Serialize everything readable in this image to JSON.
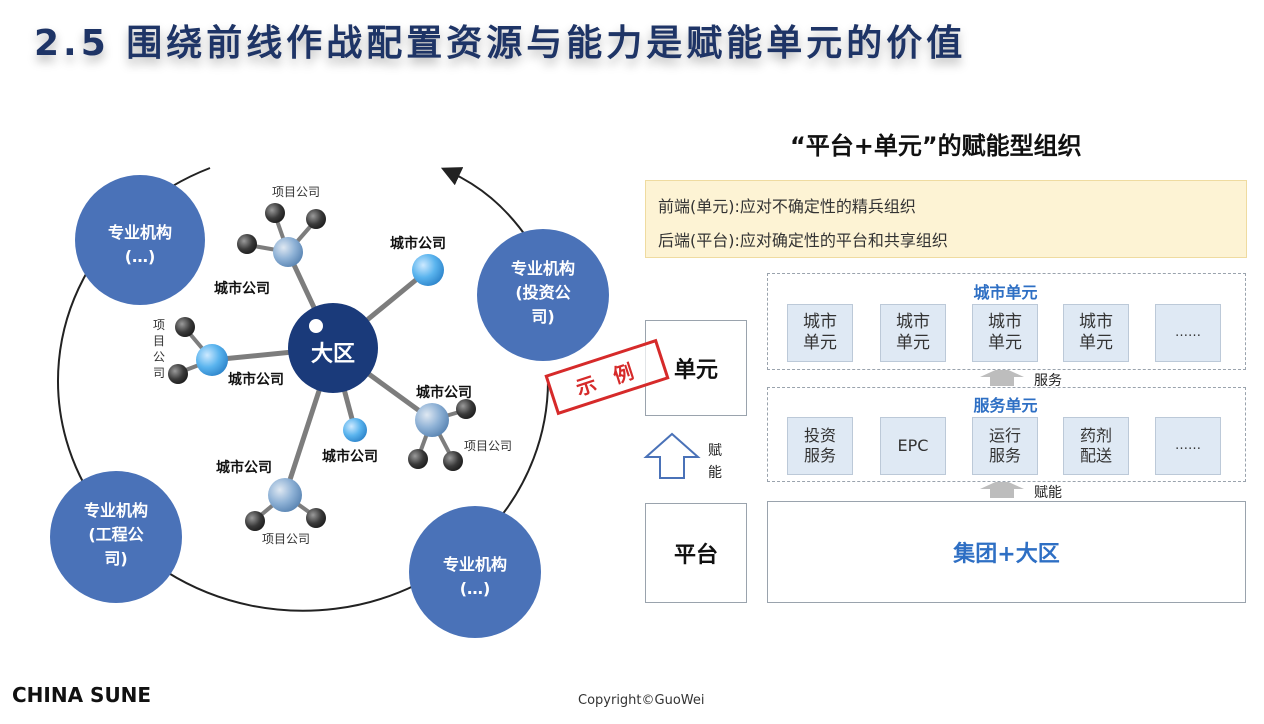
{
  "title": "2.5 围绕前线作战配置资源与能力是赋能单元的价值",
  "left_diagram": {
    "center": "大区",
    "outer_orgs": [
      {
        "line1": "专业机构",
        "line2": "(…)"
      },
      {
        "line1": "专业机构",
        "line2": "(投资公",
        "line3": "司)"
      },
      {
        "line1": "专业机构",
        "line2": "(工程公",
        "line3": "司)"
      },
      {
        "line1": "专业机构",
        "line2": "(…)"
      }
    ],
    "city_label": "城市公司",
    "project_label": "项目公司",
    "project_label_vertical": [
      "项",
      "目",
      "公",
      "司"
    ]
  },
  "right_diagram": {
    "heading": "“平台+单元”的赋能型组织",
    "front_line": "前端(单元):应对不确定性的精兵组织",
    "back_line": "后端(平台):应对确定性的平台和共享组织",
    "unit_label": "单元",
    "platform_label": "平台",
    "stamp_label": "示 例",
    "empower_vertical": [
      "赋",
      "能"
    ],
    "city_unit_title": "城市单元",
    "city_units": [
      "城市\n单元",
      "城市\n单元",
      "城市\n单元",
      "城市\n单元",
      "……"
    ],
    "serve_label": "服务",
    "service_unit_title": "服务单元",
    "service_units": [
      "投资\n服务",
      "EPC",
      "运行\n服务",
      "药剂\n配送",
      "……"
    ],
    "empower_label": "赋能",
    "platform_box_label": "集团+大区"
  },
  "footer": {
    "logo": "CHINA SUNE",
    "copyright": "Copyright©GuoWei"
  },
  "colors": {
    "title": "#1e3466",
    "circle_blue": "#4a72b8",
    "center_navy": "#1a3a7a",
    "label_blue": "#2e6fc4",
    "stamp_red": "#d62a2a"
  }
}
